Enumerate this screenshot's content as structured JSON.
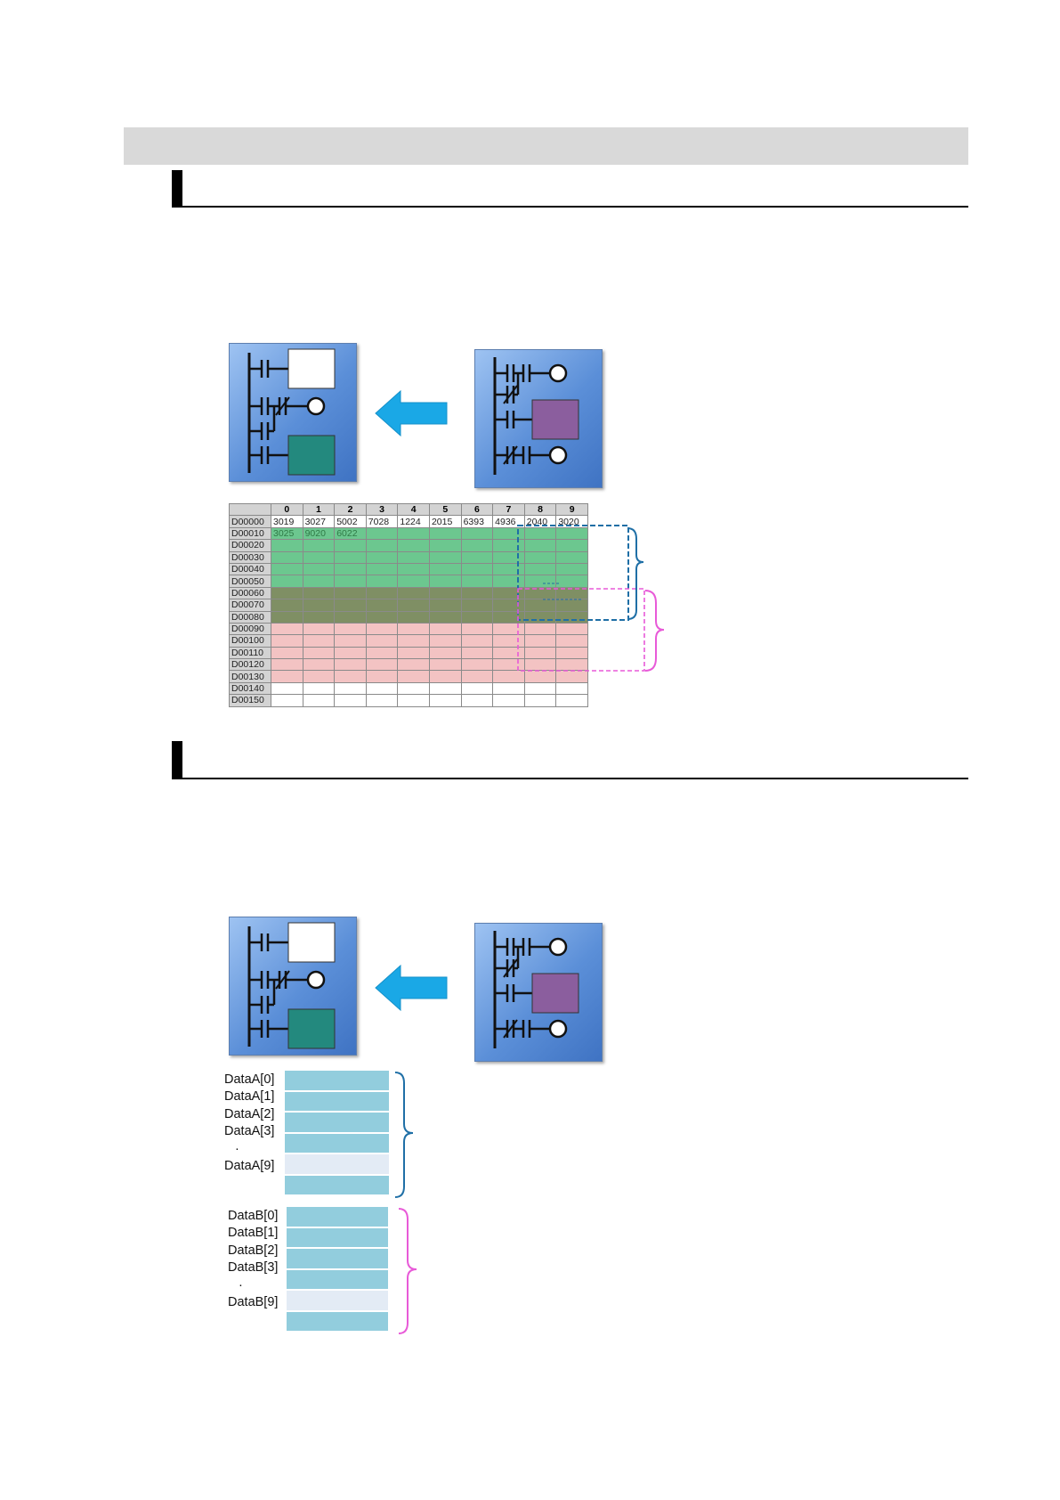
{
  "colors": {
    "band": "#d9d9d9",
    "green_area": "#6cc78f",
    "overlap_area": "#7f8f64",
    "pink_area": "#f3c3c3",
    "array_cell": "#92cddd",
    "blue_bracket": "#1f6fa6",
    "pink_bracket": "#e85ad8",
    "arrow": "#1aa8e6"
  },
  "icons": {
    "arrow": "left-arrow-icon",
    "plc": "ladder-program-icon"
  },
  "memory_table": {
    "columns": [
      "0",
      "1",
      "2",
      "3",
      "4",
      "5",
      "6",
      "7",
      "8",
      "9"
    ],
    "rows": [
      {
        "addr": "D00000",
        "cells": [
          "3019",
          "3027",
          "5002",
          "7028",
          "1224",
          "2015",
          "6393",
          "4936",
          "2040",
          "3020"
        ]
      },
      {
        "addr": "D00010",
        "cells": [
          "3025",
          "9020",
          "6022",
          "",
          "",
          "",
          "",
          "",
          "",
          ""
        ]
      },
      {
        "addr": "D00020",
        "cells": [
          "",
          "",
          "",
          "",
          "",
          "",
          "",
          "",
          "",
          ""
        ]
      },
      {
        "addr": "D00030",
        "cells": [
          "",
          "",
          "",
          "",
          "",
          "",
          "",
          "",
          "",
          ""
        ]
      },
      {
        "addr": "D00040",
        "cells": [
          "",
          "",
          "",
          "",
          "",
          "",
          "",
          "",
          "",
          ""
        ]
      },
      {
        "addr": "D00050",
        "cells": [
          "",
          "",
          "",
          "",
          "",
          "",
          "",
          "",
          "",
          ""
        ]
      },
      {
        "addr": "D00060",
        "cells": [
          "",
          "",
          "",
          "",
          "",
          "",
          "",
          "",
          "",
          ""
        ]
      },
      {
        "addr": "D00070",
        "cells": [
          "",
          "",
          "",
          "",
          "",
          "",
          "",
          "",
          "",
          ""
        ]
      },
      {
        "addr": "D00080",
        "cells": [
          "",
          "",
          "",
          "",
          "",
          "",
          "",
          "",
          "",
          ""
        ]
      },
      {
        "addr": "D00090",
        "cells": [
          "",
          "",
          "",
          "",
          "",
          "",
          "",
          "",
          "",
          ""
        ]
      },
      {
        "addr": "D00100",
        "cells": [
          "",
          "",
          "",
          "",
          "",
          "",
          "",
          "",
          "",
          ""
        ]
      },
      {
        "addr": "D00110",
        "cells": [
          "",
          "",
          "",
          "",
          "",
          "",
          "",
          "",
          "",
          ""
        ]
      },
      {
        "addr": "D00120",
        "cells": [
          "",
          "",
          "",
          "",
          "",
          "",
          "",
          "",
          "",
          ""
        ]
      },
      {
        "addr": "D00130",
        "cells": [
          "",
          "",
          "",
          "",
          "",
          "",
          "",
          "",
          "",
          ""
        ]
      },
      {
        "addr": "D00140",
        "cells": [
          "",
          "",
          "",
          "",
          "",
          "",
          "",
          "",
          "",
          ""
        ]
      },
      {
        "addr": "D00150",
        "cells": [
          "",
          "",
          "",
          "",
          "",
          "",
          "",
          "",
          "",
          ""
        ]
      }
    ]
  },
  "arrays": {
    "a_labels": [
      "DataA[0]",
      "DataA[1]",
      "DataA[2]",
      "DataA[3]",
      "·",
      "DataA[9]"
    ],
    "b_labels": [
      "DataB[0]",
      "DataB[1]",
      "DataB[2]",
      "DataB[3]",
      "·",
      "DataB[9]"
    ]
  }
}
